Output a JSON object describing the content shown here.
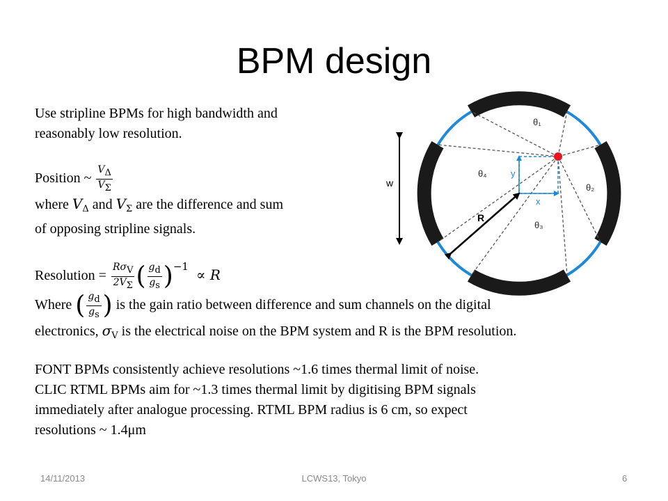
{
  "slide": {
    "title": "BPM design",
    "para1": {
      "line1": "Use stripline BPMs for high bandwidth and",
      "line2": "reasonably low resolution."
    },
    "position": {
      "label": "Position ~",
      "num_v": "V",
      "num_sub": "Δ",
      "den_v": "V",
      "den_sub": "Σ"
    },
    "where1": {
      "w_prefix": "where ",
      "v1": "V",
      "v1_sub": "Δ",
      "mid": " and ",
      "v2": "V",
      "v2_sub": "Σ",
      "suffix": " are the difference and sum",
      "line2": "of opposing stripline signals."
    },
    "resolution": {
      "label": "Resolution =",
      "frac1_num": "Rσ",
      "frac1_num_sub": "V",
      "frac1_den": "2V",
      "frac1_den_sub": "Σ",
      "frac2_num": "g",
      "frac2_num_sub": "d",
      "frac2_den": "g",
      "frac2_den_sub": "s",
      "exponent": "−1",
      "prop": "∝ R"
    },
    "where2": {
      "prefix": "Where",
      "frac_num": "g",
      "frac_num_sub": "d",
      "frac_den": "g",
      "frac_den_sub": "s",
      "suffix": "is the gain ratio between difference and sum channels on the digital",
      "line2_a": "electronics, ",
      "sigma": "σ",
      "sigma_sub": "V",
      "line2_b": " is the electrical noise on the BPM system and R is the BPM resolution."
    },
    "para_font": {
      "line1": "FONT BPMs consistently achieve resolutions ~1.6 times thermal limit of noise.",
      "line2": "CLIC RTML BPMs aim for ~1.3 times thermal limit by digitising BPM signals",
      "line3": "immediately after analogue processing. RTML BPM radius is 6 cm, so expect",
      "line4": "resolutions ~ 1.4μm"
    },
    "diagram": {
      "label_w": "w",
      "label_R": "R",
      "label_x": "x",
      "label_y": "y",
      "theta1": "θ₁",
      "theta2": "θ₂",
      "theta3": "θ₃",
      "theta4": "θ₄",
      "colors": {
        "circle": "#1e88d9",
        "electrode": "#1a1a1a",
        "particle": "#e8141e",
        "axes": "#1e88d9",
        "dash": "#555555"
      }
    },
    "footer": {
      "date": "14/11/2013",
      "event": "LCWS13, Tokyo",
      "page": "6"
    }
  }
}
